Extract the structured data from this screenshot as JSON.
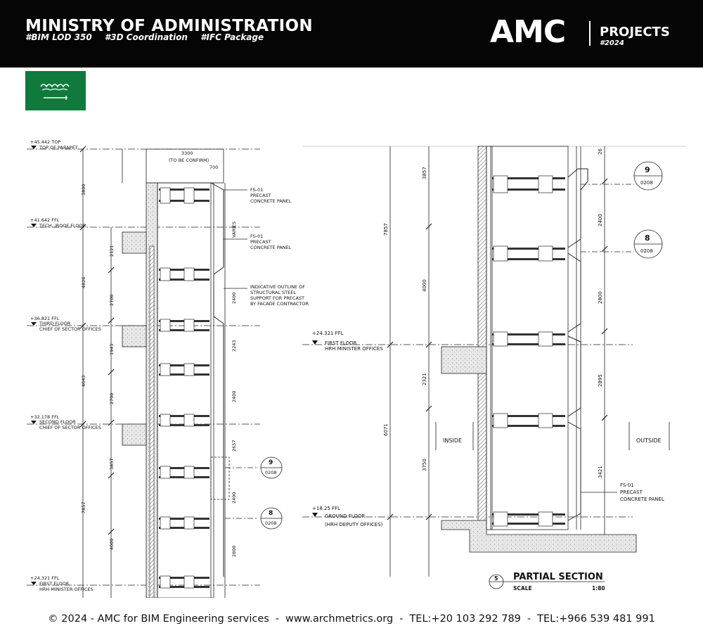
{
  "header": {
    "title": "MINISTRY OF ADMINISTRATION",
    "tags": [
      "#BIM LOD 350",
      "#3D Coordination",
      "#IFC Package"
    ],
    "logo": "AMC",
    "section": "PROJECTS",
    "year": "#2024"
  },
  "colors": {
    "header_bg": "#050505",
    "flag_green": "#0f7a3b"
  },
  "left_drawing": {
    "levels": [
      {
        "value": "+45.442 TOP",
        "name": "TOP OF PARAPET",
        "sub": ""
      },
      {
        "value": "+41.642 FFL",
        "name": "TECH. /ROOF FLOOR",
        "sub": ""
      },
      {
        "value": "+36.821 FFL",
        "name": "THIRD FLOOR",
        "sub": "CHIEF OF SECTOR OFFICES"
      },
      {
        "value": "+32.178 FFL",
        "name": "SECOND FLOOR",
        "sub": "CHIEF OF SECTOR OFFICES"
      },
      {
        "value": "+24.321 FFL",
        "name": "FIRST FLOOR",
        "sub": "HRH MINISTER OFFICES"
      }
    ],
    "top_dims": [
      "3300",
      "(TO BE CONFIRM)",
      "700"
    ],
    "dims_outer": [
      "3800",
      "4826",
      "4643",
      "7857"
    ],
    "dims_inner": [
      "2121",
      "2700",
      "1943",
      "2700",
      "3857",
      "4000"
    ],
    "dims_right": [
      "VARIES",
      "2400",
      "2243",
      "2400",
      "2657",
      "2400",
      "2800"
    ],
    "notes": [
      [
        "FS-01",
        "PRECAST",
        "CONCRETE PANEL"
      ],
      [
        "FS-01",
        "PRECAST",
        "CONCRETE PANEL"
      ],
      [
        "INDICATIVE OUTLINE OF",
        "STRUCTURAL STEEL",
        "SUPPORT FOR PRECAST",
        "BY FACADE CONTRACTOR"
      ]
    ],
    "tags": [
      {
        "num": "9",
        "ref": "0208"
      },
      {
        "num": "8",
        "ref": "0208"
      }
    ]
  },
  "right_drawing": {
    "levels": [
      {
        "value": "+24.321 FFL",
        "name": "FIRST FLOOR",
        "sub": "HRH MINISTER OFFICES"
      },
      {
        "value": "+18.25 FFL",
        "name": "GROUND FLOOR",
        "sub": "(HRH DEPUTY OFFICES)"
      }
    ],
    "dims_outer": [
      "7857",
      "6071"
    ],
    "dims_inner": [
      "3857",
      "4000",
      "2321",
      "3750"
    ],
    "dims_right": [
      "26",
      "2400",
      "2800",
      "2895",
      "3421"
    ],
    "labels": {
      "inside": "INSIDE",
      "outside": "OUTSIDE"
    },
    "note": [
      "FS-01",
      "PRECAST",
      "CONCRETE PANEL"
    ],
    "tags": [
      {
        "num": "9",
        "ref": "0208"
      },
      {
        "num": "8",
        "ref": "0208"
      }
    ],
    "section_title": {
      "num": "5",
      "title": "PARTIAL SECTION",
      "scale_label": "SCALE",
      "scale": "1:80"
    }
  },
  "footer": {
    "copyright": "© 2024 - AMC for BIM Engineering services",
    "website": "www.archmetrics.org",
    "tel1": "TEL:+20 103 292 789",
    "tel2": "TEL:+966 539 481 991"
  }
}
